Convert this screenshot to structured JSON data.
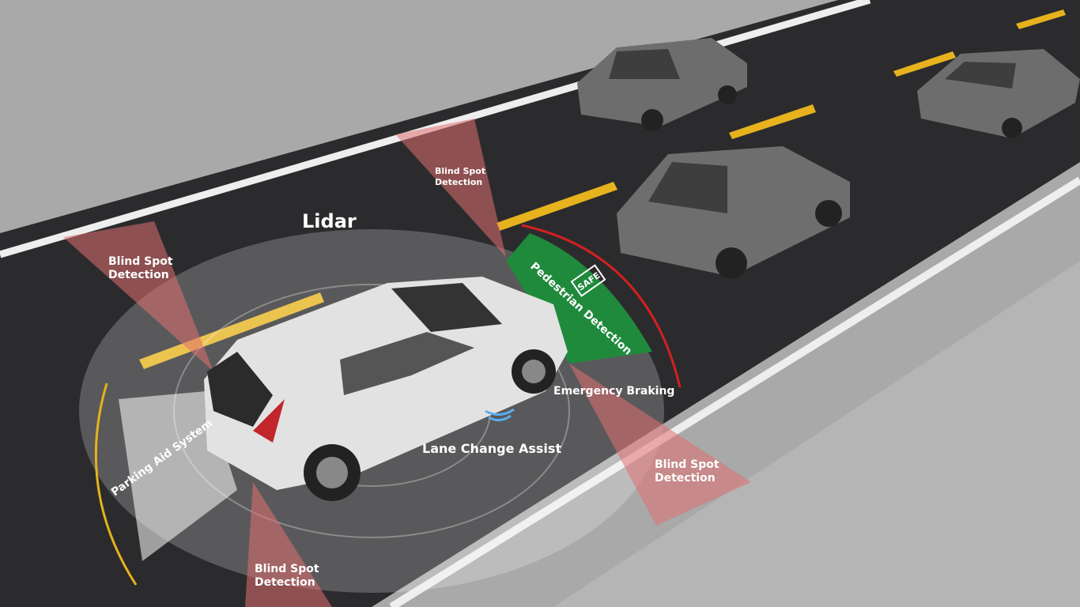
{
  "labels": {
    "lidar": "Lidar",
    "blind_spot_top": [
      "Blind Spot",
      "Detection"
    ],
    "blind_spot_left": [
      "Blind Spot",
      "Detection"
    ],
    "blind_spot_right": [
      "Blind Spot",
      "Detection"
    ],
    "blind_spot_bottom": [
      "Blind Spot",
      "Detection"
    ],
    "pedestrian_detection": "Pedestrian Detection",
    "safe_badge": "SAFE",
    "emergency_braking": "Emergency Braking",
    "lane_change_assist": "Lane Change Assist",
    "parking_aid": "Parking Aid System"
  },
  "colors": {
    "road": "#2b2b2d",
    "lane_yellow": "#e6b21e",
    "pedestrian_zone": "#1f8a3c",
    "braking_arc": "#d42020",
    "sensor_red": "#e07070",
    "lane_assist_blue": "#5aaef0"
  }
}
